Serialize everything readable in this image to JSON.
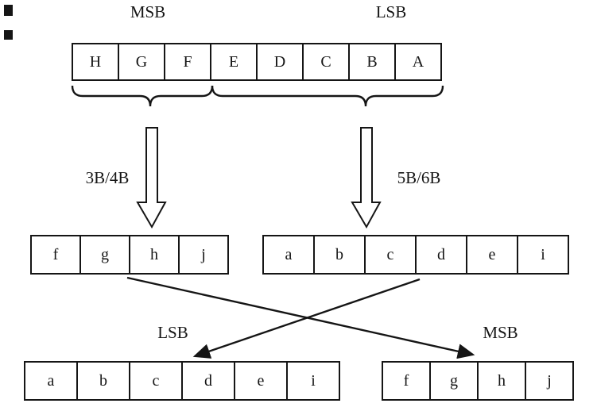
{
  "top": {
    "msb_label": "MSB",
    "lsb_label": "LSB",
    "bits": [
      "H",
      "G",
      "F",
      "E",
      "D",
      "C",
      "B",
      "A"
    ]
  },
  "encoders": {
    "left_label": "3B/4B",
    "right_label": "5B/6B"
  },
  "encoded": {
    "left_bits": [
      "f",
      "g",
      "h",
      "j"
    ],
    "right_bits": [
      "a",
      "b",
      "c",
      "d",
      "e",
      "i"
    ]
  },
  "output": {
    "lsb_label": "LSB",
    "msb_label": "MSB",
    "left_bits": [
      "a",
      "b",
      "c",
      "d",
      "e",
      "i"
    ],
    "right_bits": [
      "f",
      "g",
      "h",
      "j"
    ]
  },
  "colors": {
    "ink": "#151515",
    "background": "#ffffff"
  }
}
